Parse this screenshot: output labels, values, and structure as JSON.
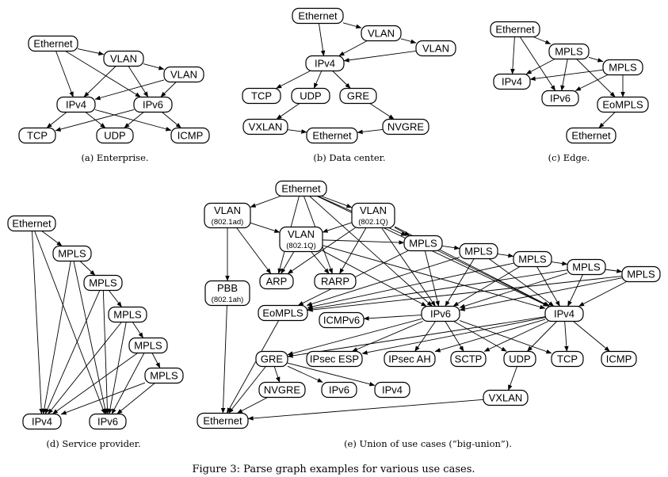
{
  "figure_caption": "Figure 3: Parse graph examples for various use cases.",
  "panels": [
    {
      "id": "a",
      "caption": "(a) Enterprise.",
      "nodes": [
        {
          "id": "eth",
          "label": "Ethernet"
        },
        {
          "id": "vlan1",
          "label": "VLAN"
        },
        {
          "id": "vlan2",
          "label": "VLAN"
        },
        {
          "id": "ipv4",
          "label": "IPv4"
        },
        {
          "id": "ipv6",
          "label": "IPv6"
        },
        {
          "id": "tcp",
          "label": "TCP"
        },
        {
          "id": "udp",
          "label": "UDP"
        },
        {
          "id": "icmp",
          "label": "ICMP"
        }
      ],
      "edges": [
        [
          "eth",
          "vlan1"
        ],
        [
          "eth",
          "ipv4"
        ],
        [
          "eth",
          "ipv6"
        ],
        [
          "vlan1",
          "vlan2"
        ],
        [
          "vlan1",
          "ipv4"
        ],
        [
          "vlan1",
          "ipv6"
        ],
        [
          "vlan2",
          "ipv4"
        ],
        [
          "vlan2",
          "ipv6"
        ],
        [
          "ipv4",
          "tcp"
        ],
        [
          "ipv4",
          "udp"
        ],
        [
          "ipv4",
          "icmp"
        ],
        [
          "ipv6",
          "tcp"
        ],
        [
          "ipv6",
          "udp"
        ],
        [
          "ipv6",
          "icmp"
        ]
      ]
    },
    {
      "id": "b",
      "caption": "(b) Data center.",
      "nodes": [
        {
          "id": "eth",
          "label": "Ethernet"
        },
        {
          "id": "vlan1",
          "label": "VLAN"
        },
        {
          "id": "vlan2",
          "label": "VLAN"
        },
        {
          "id": "ipv4",
          "label": "IPv4"
        },
        {
          "id": "tcp",
          "label": "TCP"
        },
        {
          "id": "udp",
          "label": "UDP"
        },
        {
          "id": "gre",
          "label": "GRE"
        },
        {
          "id": "vxlan",
          "label": "VXLAN"
        },
        {
          "id": "nvgre",
          "label": "NVGRE"
        },
        {
          "id": "eth2",
          "label": "Ethernet"
        }
      ],
      "edges": [
        [
          "eth",
          "vlan1"
        ],
        [
          "eth",
          "ipv4"
        ],
        [
          "vlan1",
          "vlan2"
        ],
        [
          "vlan1",
          "ipv4"
        ],
        [
          "vlan2",
          "ipv4"
        ],
        [
          "ipv4",
          "tcp"
        ],
        [
          "ipv4",
          "udp"
        ],
        [
          "ipv4",
          "gre"
        ],
        [
          "udp",
          "vxlan"
        ],
        [
          "gre",
          "nvgre"
        ],
        [
          "vxlan",
          "eth2"
        ],
        [
          "nvgre",
          "eth2"
        ]
      ]
    },
    {
      "id": "c",
      "caption": "(c) Edge.",
      "nodes": [
        {
          "id": "eth",
          "label": "Ethernet"
        },
        {
          "id": "mpls1",
          "label": "MPLS"
        },
        {
          "id": "mpls2",
          "label": "MPLS"
        },
        {
          "id": "ipv4",
          "label": "IPv4"
        },
        {
          "id": "ipv6",
          "label": "IPv6"
        },
        {
          "id": "eompls",
          "label": "EoMPLS"
        },
        {
          "id": "eth2",
          "label": "Ethernet"
        }
      ],
      "edges": [
        [
          "eth",
          "mpls1"
        ],
        [
          "eth",
          "ipv4"
        ],
        [
          "eth",
          "ipv6"
        ],
        [
          "mpls1",
          "mpls2"
        ],
        [
          "mpls1",
          "ipv4"
        ],
        [
          "mpls1",
          "ipv6"
        ],
        [
          "mpls1",
          "eompls"
        ],
        [
          "mpls2",
          "ipv4"
        ],
        [
          "mpls2",
          "ipv6"
        ],
        [
          "mpls2",
          "eompls"
        ],
        [
          "eompls",
          "eth2"
        ]
      ]
    },
    {
      "id": "d",
      "caption": "(d) Service provider.",
      "nodes": [
        {
          "id": "eth",
          "label": "Ethernet"
        },
        {
          "id": "mpls1",
          "label": "MPLS"
        },
        {
          "id": "mpls2",
          "label": "MPLS"
        },
        {
          "id": "mpls3",
          "label": "MPLS"
        },
        {
          "id": "mpls4",
          "label": "MPLS"
        },
        {
          "id": "mpls5",
          "label": "MPLS"
        },
        {
          "id": "ipv4",
          "label": "IPv4"
        },
        {
          "id": "ipv6",
          "label": "IPv6"
        }
      ],
      "edges": [
        [
          "eth",
          "mpls1"
        ],
        [
          "eth",
          "ipv4"
        ],
        [
          "eth",
          "ipv6"
        ],
        [
          "mpls1",
          "mpls2"
        ],
        [
          "mpls1",
          "ipv4"
        ],
        [
          "mpls1",
          "ipv6"
        ],
        [
          "mpls2",
          "mpls3"
        ],
        [
          "mpls2",
          "ipv4"
        ],
        [
          "mpls2",
          "ipv6"
        ],
        [
          "mpls3",
          "mpls4"
        ],
        [
          "mpls3",
          "ipv4"
        ],
        [
          "mpls3",
          "ipv6"
        ],
        [
          "mpls4",
          "mpls5"
        ],
        [
          "mpls4",
          "ipv4"
        ],
        [
          "mpls4",
          "ipv6"
        ],
        [
          "mpls5",
          "ipv4"
        ],
        [
          "mpls5",
          "ipv6"
        ]
      ]
    },
    {
      "id": "e",
      "caption": "(e) Union of use cases (“big-union”).",
      "nodes": [
        {
          "id": "eth",
          "label": "Ethernet"
        },
        {
          "id": "vlanad",
          "label": "VLAN",
          "sub": "(802.1ad)"
        },
        {
          "id": "vlanq1",
          "label": "VLAN",
          "sub": "(802.1Q)"
        },
        {
          "id": "vlanq2",
          "label": "VLAN",
          "sub": "(802.1Q)"
        },
        {
          "id": "pbb",
          "label": "PBB",
          "sub": "(802.1ah)"
        },
        {
          "id": "arp",
          "label": "ARP"
        },
        {
          "id": "rarp",
          "label": "RARP"
        },
        {
          "id": "mpls1",
          "label": "MPLS"
        },
        {
          "id": "mpls2",
          "label": "MPLS"
        },
        {
          "id": "mpls3",
          "label": "MPLS"
        },
        {
          "id": "mpls4",
          "label": "MPLS"
        },
        {
          "id": "mpls5",
          "label": "MPLS"
        },
        {
          "id": "eompls",
          "label": "EoMPLS"
        },
        {
          "id": "icmpv6",
          "label": "ICMPv6"
        },
        {
          "id": "ipv6",
          "label": "IPv6"
        },
        {
          "id": "ipv4",
          "label": "IPv4"
        },
        {
          "id": "gre",
          "label": "GRE"
        },
        {
          "id": "ipsecesp",
          "label": "IPsec ESP"
        },
        {
          "id": "ipsecah",
          "label": "IPsec AH"
        },
        {
          "id": "sctp",
          "label": "SCTP"
        },
        {
          "id": "udp",
          "label": "UDP"
        },
        {
          "id": "tcp",
          "label": "TCP"
        },
        {
          "id": "icmp",
          "label": "ICMP"
        },
        {
          "id": "nvgre",
          "label": "NVGRE"
        },
        {
          "id": "gipv6",
          "label": "IPv6"
        },
        {
          "id": "gipv4",
          "label": "IPv4"
        },
        {
          "id": "vxlan",
          "label": "VXLAN"
        },
        {
          "id": "eth2",
          "label": "Ethernet"
        }
      ],
      "edges": [
        [
          "eth",
          "vlanad"
        ],
        [
          "eth",
          "vlanq1"
        ],
        [
          "eth",
          "arp"
        ],
        [
          "eth",
          "rarp"
        ],
        [
          "eth",
          "mpls1"
        ],
        [
          "eth",
          "ipv6"
        ],
        [
          "eth",
          "ipv4"
        ],
        [
          "vlanad",
          "vlanq2"
        ],
        [
          "vlanad",
          "pbb"
        ],
        [
          "vlanad",
          "arp"
        ],
        [
          "vlanq1",
          "vlanq2"
        ],
        [
          "vlanq1",
          "arp"
        ],
        [
          "vlanq1",
          "rarp"
        ],
        [
          "vlanq1",
          "mpls1"
        ],
        [
          "vlanq1",
          "ipv6"
        ],
        [
          "vlanq1",
          "ipv4"
        ],
        [
          "vlanq2",
          "arp"
        ],
        [
          "vlanq2",
          "rarp"
        ],
        [
          "vlanq2",
          "mpls1"
        ],
        [
          "vlanq2",
          "ipv6"
        ],
        [
          "vlanq2",
          "ipv4"
        ],
        [
          "pbb",
          "eth2"
        ],
        [
          "mpls1",
          "mpls2"
        ],
        [
          "mpls1",
          "ipv6"
        ],
        [
          "mpls1",
          "ipv4"
        ],
        [
          "mpls1",
          "eompls"
        ],
        [
          "mpls2",
          "mpls3"
        ],
        [
          "mpls2",
          "ipv6"
        ],
        [
          "mpls2",
          "ipv4"
        ],
        [
          "mpls2",
          "eompls"
        ],
        [
          "mpls3",
          "mpls4"
        ],
        [
          "mpls3",
          "ipv6"
        ],
        [
          "mpls3",
          "ipv4"
        ],
        [
          "mpls3",
          "eompls"
        ],
        [
          "mpls4",
          "mpls5"
        ],
        [
          "mpls4",
          "ipv6"
        ],
        [
          "mpls4",
          "ipv4"
        ],
        [
          "mpls4",
          "eompls"
        ],
        [
          "mpls5",
          "ipv6"
        ],
        [
          "mpls5",
          "ipv4"
        ],
        [
          "mpls5",
          "eompls"
        ],
        [
          "eompls",
          "eth2"
        ],
        [
          "ipv6",
          "icmpv6"
        ],
        [
          "ipv6",
          "gre"
        ],
        [
          "ipv6",
          "ipsecesp"
        ],
        [
          "ipv6",
          "ipsecah"
        ],
        [
          "ipv6",
          "sctp"
        ],
        [
          "ipv6",
          "udp"
        ],
        [
          "ipv6",
          "tcp"
        ],
        [
          "ipv4",
          "gre"
        ],
        [
          "ipv4",
          "ipsecesp"
        ],
        [
          "ipv4",
          "ipsecah"
        ],
        [
          "ipv4",
          "sctp"
        ],
        [
          "ipv4",
          "udp"
        ],
        [
          "ipv4",
          "tcp"
        ],
        [
          "ipv4",
          "icmp"
        ],
        [
          "gre",
          "nvgre"
        ],
        [
          "gre",
          "gipv6"
        ],
        [
          "gre",
          "gipv4"
        ],
        [
          "gre",
          "eth2"
        ],
        [
          "udp",
          "vxlan"
        ],
        [
          "vxlan",
          "eth2"
        ],
        [
          "nvgre",
          "eth2"
        ]
      ]
    }
  ]
}
